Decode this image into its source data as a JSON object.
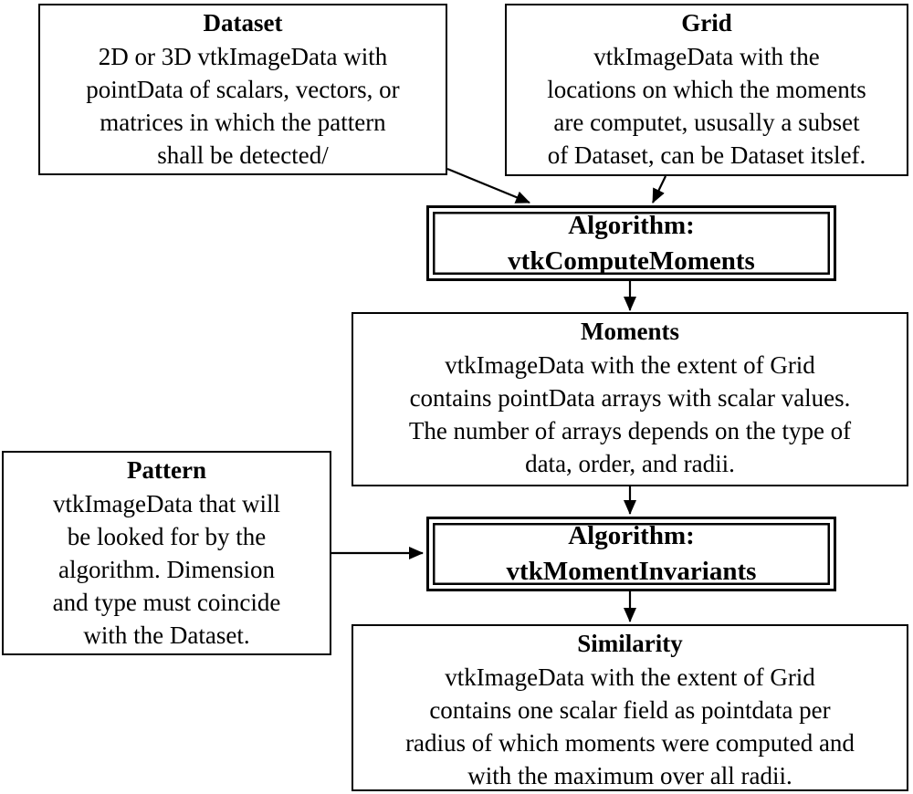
{
  "diagram": {
    "colors": {
      "background": "#ffffff",
      "border": "#000000",
      "text": "#000000"
    },
    "nodes": [
      {
        "id": "dataset",
        "title": "Dataset",
        "body_lines": [
          "2D or 3D vtkImageData with",
          "pointData of scalars, vectors, or",
          "matrices in which the pattern",
          "shall be detected/"
        ]
      },
      {
        "id": "grid",
        "title": "Grid",
        "body_lines": [
          "vtkImageData with the",
          "locations on which the moments",
          "are computet, ususally a subset",
          "of Dataset, can be Dataset itslef."
        ]
      },
      {
        "id": "algorithm-compute-moments",
        "title": "Algorithm:",
        "body_lines": [
          "vtkComputeMoments"
        ],
        "shape": "double-border"
      },
      {
        "id": "moments",
        "title": "Moments",
        "body_lines": [
          "vtkImageData with the extent of Grid",
          "contains pointData arrays with scalar values.",
          "The number of arrays depends on the type of",
          "data, order, and radii."
        ]
      },
      {
        "id": "pattern",
        "title": "Pattern",
        "body_lines": [
          "vtkImageData that will",
          "be looked for by the",
          "algorithm. Dimension",
          "and type must coincide",
          "with the Dataset."
        ]
      },
      {
        "id": "algorithm-moment-invariants",
        "title": "Algorithm:",
        "body_lines": [
          "vtkMomentInvariants"
        ],
        "shape": "double-border"
      },
      {
        "id": "similarity",
        "title": "Similarity",
        "body_lines": [
          "vtkImageData with the extent of Grid",
          "contains one scalar field as pointdata per",
          "radius of which moments were computed and",
          "with the maximum over all radii."
        ]
      }
    ],
    "edges": [
      {
        "from": "dataset",
        "to": "algorithm-compute-moments"
      },
      {
        "from": "grid",
        "to": "algorithm-compute-moments"
      },
      {
        "from": "algorithm-compute-moments",
        "to": "moments"
      },
      {
        "from": "moments",
        "to": "algorithm-moment-invariants"
      },
      {
        "from": "pattern",
        "to": "algorithm-moment-invariants"
      },
      {
        "from": "algorithm-moment-invariants",
        "to": "similarity"
      }
    ]
  }
}
